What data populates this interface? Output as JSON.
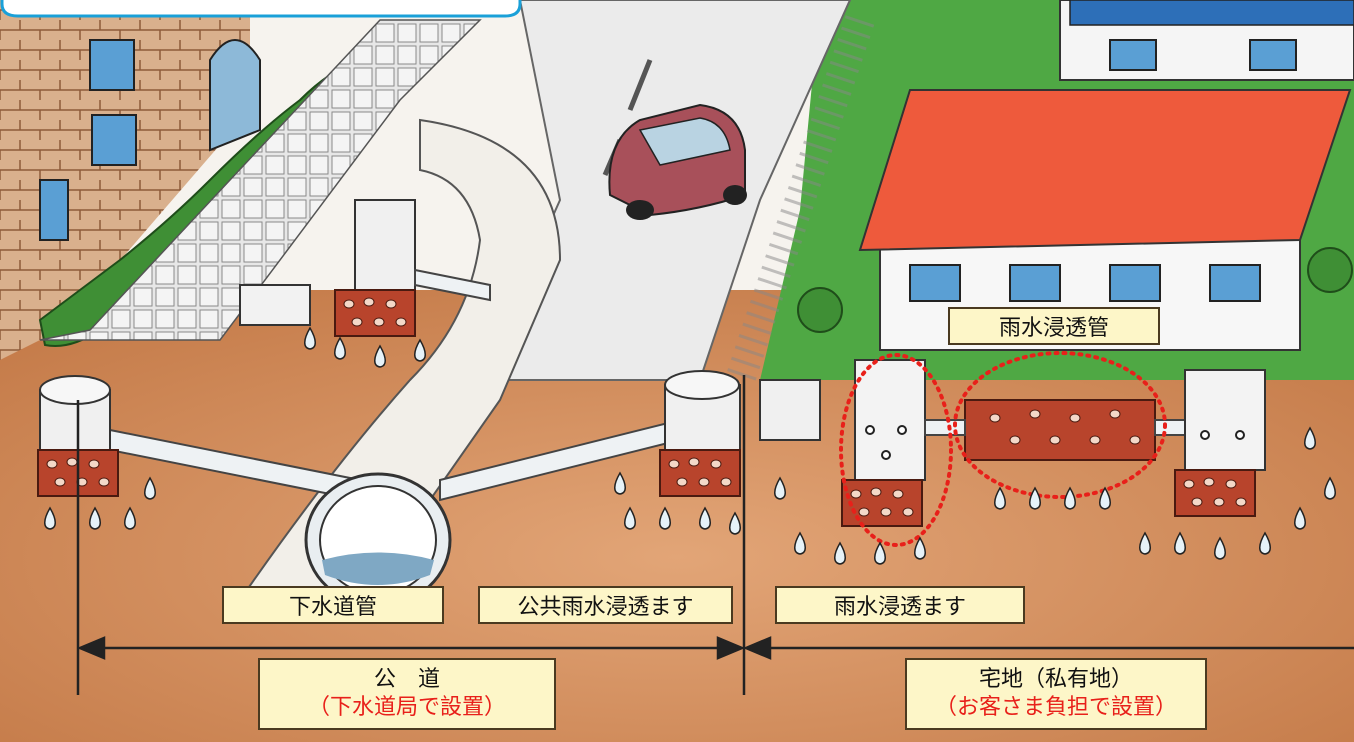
{
  "labels": {
    "rain_pipe": "雨水浸透管",
    "sewer_pipe": "下水道管",
    "public_basin": "公共雨水浸透ます",
    "rain_basin": "雨水浸透ます"
  },
  "zones": {
    "public_road": {
      "title": "公　道",
      "note": "（下水道局で設置）"
    },
    "residential": {
      "title": "宅地（私有地）",
      "note": "（お客さま負担で設置）"
    }
  },
  "colors": {
    "label_bg": "#fdf6c8",
    "highlight_red": "#e8201a",
    "soil": "#cf8a58",
    "roof": "#ee5a3c",
    "lawn": "#4fa844"
  }
}
